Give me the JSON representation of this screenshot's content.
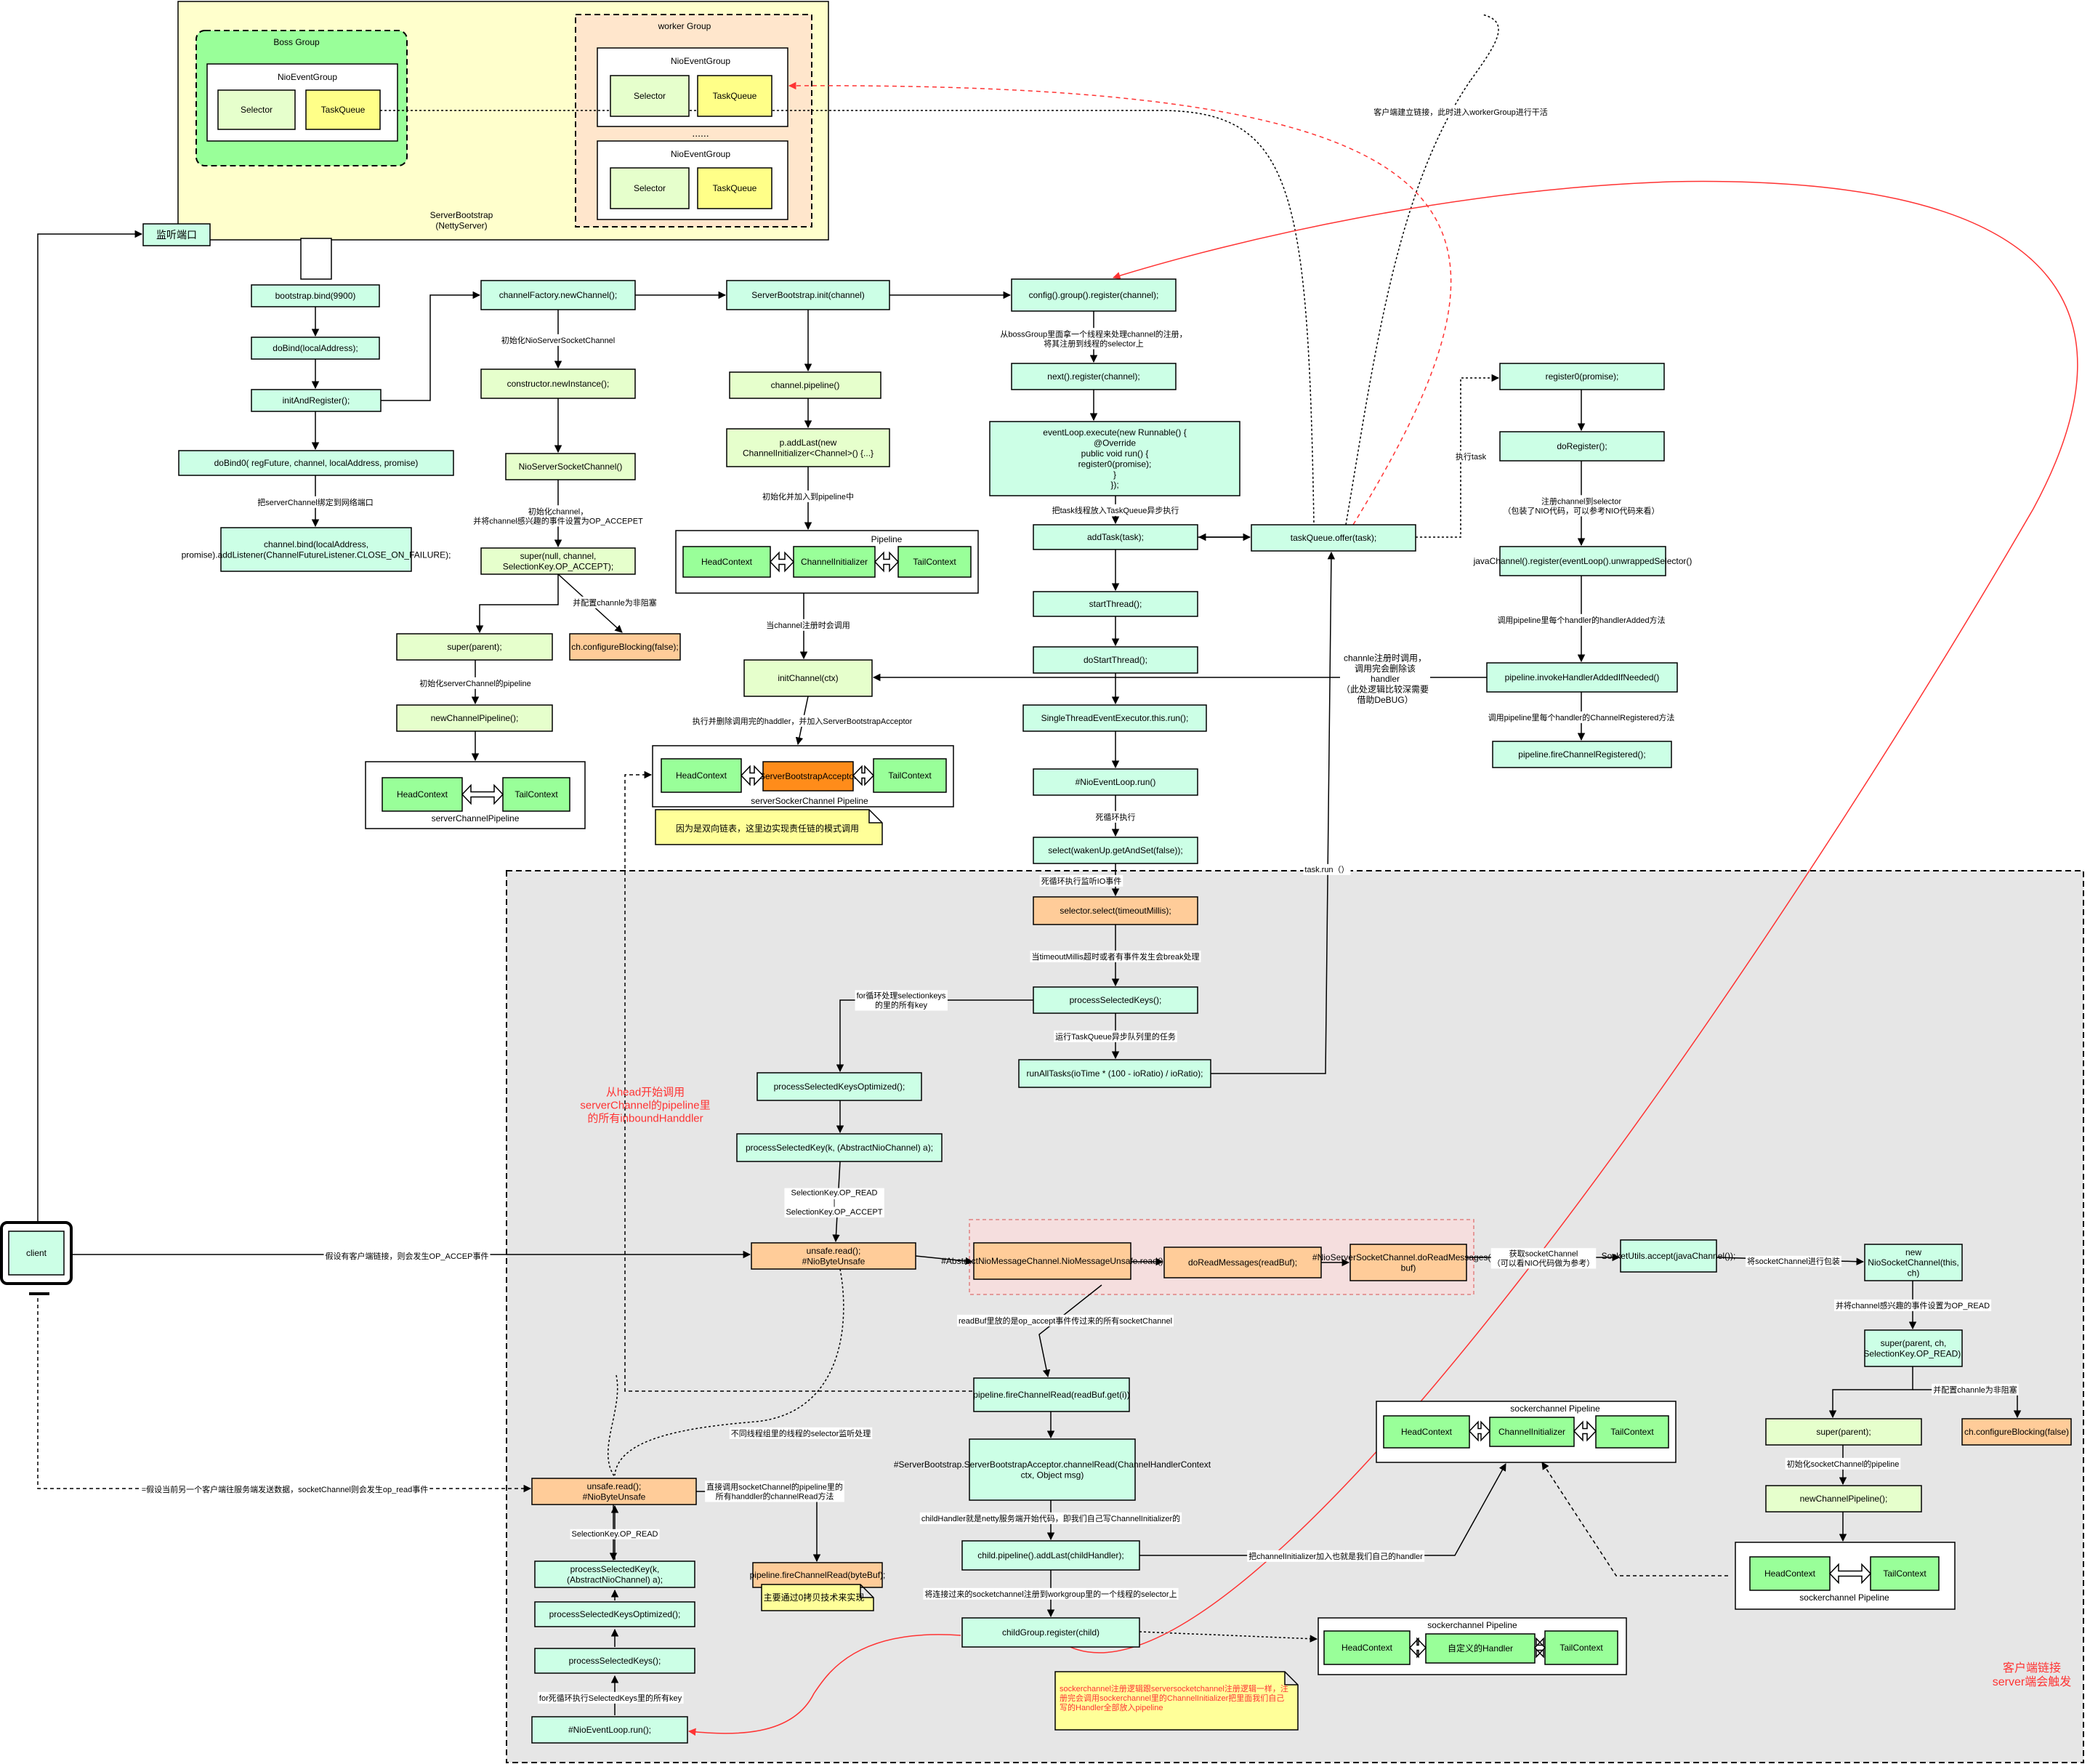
{
  "colors": {
    "mint": "#ccffe6",
    "lime": "#e6ffcc",
    "orange": "#ffcc99",
    "green": "#99ff99",
    "yellow_box": "#ffff88",
    "bootstrap_bg": "#ffffcc",
    "worker_bg": "#ffe6cc",
    "gray_area": "#e6e6e6",
    "note_yellow": "#ffff99",
    "red": "#ff3333",
    "stroke": "#000000"
  },
  "top": {
    "server_bootstrap": "ServerBootstrap\n(NettyServer)",
    "boss_group": "Boss Group",
    "worker_group": "worker Group",
    "nio_event_group": "NioEventGroup",
    "selector": "Selector",
    "task_queue": "TaskQueue",
    "dots": "......",
    "listen_port": "监听端口",
    "client": "client",
    "client_connect_note": "客户端建立链接，此时进入workerGroup进行干活"
  },
  "col1": {
    "bind": "bootstrap.bind(9900)",
    "do_bind": "doBind(localAddress);",
    "init_register": "initAndRegister();",
    "do_bind0": "doBind0( regFuture,  channel, localAddress, promise)",
    "bind_note": "把serverChannel绑定到网络端口",
    "channel_bind": "channel.bind(localAddress,\npromise).addListener(ChannelFutureListener.CLOSE_ON_FAILURE);"
  },
  "col2": {
    "new_channel": "channelFactory.newChannel();",
    "init_note": "初始化NioServerSocketChannel",
    "new_instance": "constructor.newInstance();",
    "nio_server_socket": "NioServerSocketChannel()",
    "op_accept_note": "初始化channel，\n并将channel感兴趣的事件设置为OP_ACCEPET",
    "super_accept": "super(null, channel,\nSelectionKey.OP_ACCEPT);",
    "blocking_note": "并配置channle为非阻塞",
    "configure_blocking": "ch.configureBlocking(false);",
    "super_parent": "super(parent);",
    "pipeline_note": "初始化serverChannel的pipeline",
    "new_pipeline": "newChannelPipeline();",
    "head": "HeadContext",
    "tail": "TailContext",
    "server_pipeline_label": "serverChannelPipeline"
  },
  "col3": {
    "init_channel": "ServerBootstrap.init(channel)",
    "pipeline": "channel.pipeline()",
    "add_last": "p.addLast(new\nChannelInitializer<Channel>() {...}",
    "add_note": "初始化并加入到pipeline中",
    "pipeline_title": "Pipeline",
    "channel_initializer": "ChannelInitializer",
    "register_call_note": "当channel注册时会调用",
    "init_ctx": "initChannel(ctx)",
    "exec_note": "执行并删除调用完的haddler，并加入ServerBootstrapAcceptor",
    "acceptor": "ServerBootstrapAcceptor",
    "acceptor_pipeline_label": "serverSockerChannel Pipeline",
    "linked_note": "因为是双向链表，这里边实现责任链的模式调用"
  },
  "col4": {
    "config_register": "config().group().register(channel);",
    "boss_note": "从bossGroup里面拿一个线程来处理channel的注册，\n将其注册到线程的selector上",
    "next_register": "next().register(channel);",
    "execute": "eventLoop.execute(new Runnable() {\n@Override\npublic void run() {\nregister0(promise);\n}\n});",
    "task_note": "把task线程放入TaskQueue异步执行",
    "add_task": "addTask(task);",
    "start_thread": "startThread();",
    "do_start_thread": "doStartThread();",
    "single_run": "SingleThreadEventExecutor.this.run();",
    "nio_run": "#NioEventLoop.run()",
    "loop_note": "死循环执行",
    "select": "select(wakenUp.getAndSet(false));",
    "listen_note": "死循环执行监听IO事件",
    "task_run_note": "task.run（）",
    "selector_select": "selector.select(timeoutMillis);",
    "timeout_note": "当timeoutMillis超时或者有事件发生会break处理",
    "process_keys": "processSelectedKeys();",
    "run_tasks_note": "运行TaskQueue异步队列里的任务",
    "run_all_tasks": "runAllTasks(ioTime * (100 - ioRatio) / ioRatio);",
    "for_note": "for循环处理selectionkeys\n的里的所有key",
    "optimized": "processSelectedKeysOptimized();",
    "process_key": "processSelectedKey(k, (AbstractNioChannel) a);",
    "op_note": "SelectionKey.OP_READ\n|\nSelectionKey.OP_ACCEPT",
    "unsafe_read": "unsafe.read();\n#NioByteUnsafe",
    "accept_note": "假设有客户端链接，则会发生OP_ACCEP事件",
    "head_call_note": "从head开始调用\nserverChannel的pipeline里\n的所有inboundHanddler"
  },
  "col5": {
    "task_offer": "taskQueue.offer(task);",
    "exec_task_note": "执行task",
    "register0": "register0(promise);",
    "do_register": "doRegister();",
    "selector_note": "注册channel到selector\n（包装了NIO代码，可以参考NIO代码来看）",
    "java_register": "javaChannel().register(eventLoop().unwrappedSelector()",
    "handler_added_note": "调用pipeline里每个handler的handlerAdded方法",
    "invoke_handler": "pipeline.invokeHandlerAddedIfNeeded()",
    "channel_registered_note": "调用pipeline里每个handler的ChannelRegistered方法",
    "fire_registered": "pipeline.fireChannelRegistered();",
    "remove_note": "channle注册时调用，\n调用完会删除该\nhandler\n（此处逻辑比较深需要\n借助DeBUG）"
  },
  "bottom": {
    "message_unsafe": "#AbstractNioMessageChannel.NioMessageUnsafe.read()",
    "do_read_messages": "doReadMessages(readBuf);",
    "do_read_messages_nio": "#NioServerSocketChannel.doReadMessages(List\nbuf)",
    "get_socket_note": "获取socketChannel\n（可以看NIO代码做为参考）",
    "socket_utils": "SocketUtils.accept(javaChannel());",
    "wrap_note": "将socketChannel进行包装",
    "new_nio_socket": "new\nNioSocketChannel(this,\nch)",
    "op_read_note": "并将channel感兴趣的事件设置为OP_READ",
    "super_read": "super(parent, ch,\nSelectionKey.OP_READ);",
    "blocking_note": "并配置channle为非阻塞",
    "configure_blocking": "ch.configureBlocking(false)",
    "super_parent": "super(parent);",
    "pipeline_note": "初始化socketChannel的pipeline",
    "new_pipeline": "newChannelPipeline();",
    "socket_pipeline_label": "sockerchannel Pipeline",
    "readbuf_note": "readBuf里放的是op_accept事件传过来的所有socketChannel",
    "fire_read": "pipeline.fireChannelRead(readBuf.get(i))",
    "thread_note": "不同线程组里的线程的selector监听处理",
    "acceptor_read": "#ServerBootstrap.ServerBootstrapAcceptor.channelRead(ChannelHandlerContext\nctx, Object msg)",
    "child_handler_note": "childHandler就是netty服务端开始代码，即我们自己写ChannelInitializer的",
    "add_child": "child.pipeline().addLast(childHandler);",
    "add_child_note": "把channelInitializer加入也就是我们自己的handler",
    "register_note": "将连接过来的socketchannel注册到workgroup里的一个线程的selector上",
    "child_register": "childGroup.register(child)",
    "custom_handler": "自定义的Handler",
    "sock_note": "sockerchannel注册逻辑跟serversocketchannel注册逻辑一样，注册完会调用sockerchannel里的ChannelInitializer把里面我们自己写的Handler全部放入pipeline",
    "read_note": "=假设当前另一个客户端往服务端发送数据，socketChannel则会发生op_read事件",
    "unsafe_read2": "unsafe.read();\n#NioByteUnsafe",
    "direct_call_note": "直接调用socketChannel的pipeline里的\n所有handdler的channelRead方法",
    "fire_read_bytebuf": "pipeline.fireChannelRead(byteBuf);",
    "zero_copy_note": "主要通过0拷贝技术来实现",
    "op_read_label": "SelectionKey.OP_READ",
    "process_key2": "processSelectedKey(k,\n(AbstractNioChannel) a);",
    "optimized2": "processSelectedKeysOptimized();",
    "process_keys2": "processSelectedKeys();",
    "for_note2": "for死循环执行SelectedKeys里的所有key",
    "nio_run2": "#NioEventLoop.run();",
    "client_trigger": "客户端链接\nserver端会触发"
  }
}
